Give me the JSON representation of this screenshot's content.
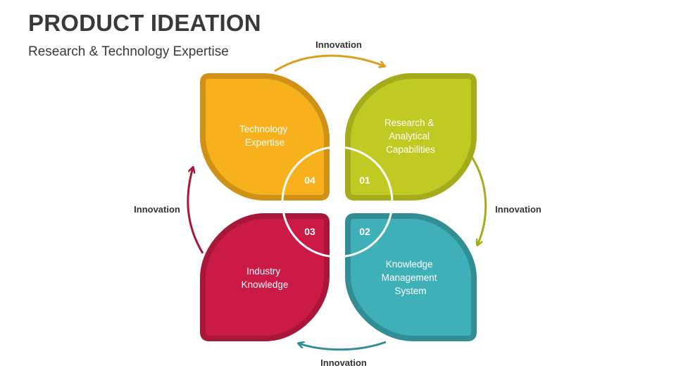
{
  "header": {
    "title": "PRODUCT IDEATION",
    "subtitle": "Research & Technology Expertise"
  },
  "petals": [
    {
      "number": "01",
      "lines": [
        "Research &",
        "Analytical",
        "Capabilities"
      ],
      "fill": "#C0CA22",
      "border": "#A4AC1C"
    },
    {
      "number": "02",
      "lines": [
        "Knowledge",
        "Management",
        "System"
      ],
      "fill": "#40B0B8",
      "border": "#328E95"
    },
    {
      "number": "03",
      "lines": [
        "Industry",
        "Knowledge"
      ],
      "fill": "#CC1A47",
      "border": "#A8163A"
    },
    {
      "number": "04",
      "lines": [
        "Technology",
        "Expertise"
      ],
      "fill": "#F7B11C",
      "border": "#CF9216"
    }
  ],
  "arrows": {
    "top": {
      "label": "Innovation",
      "color": "#D9A020"
    },
    "right": {
      "label": "Innovation",
      "color": "#A4AC1C"
    },
    "bottom": {
      "label": "Innovation",
      "color": "#328E95"
    },
    "left": {
      "label": "Innovation",
      "color": "#A8163A"
    }
  }
}
